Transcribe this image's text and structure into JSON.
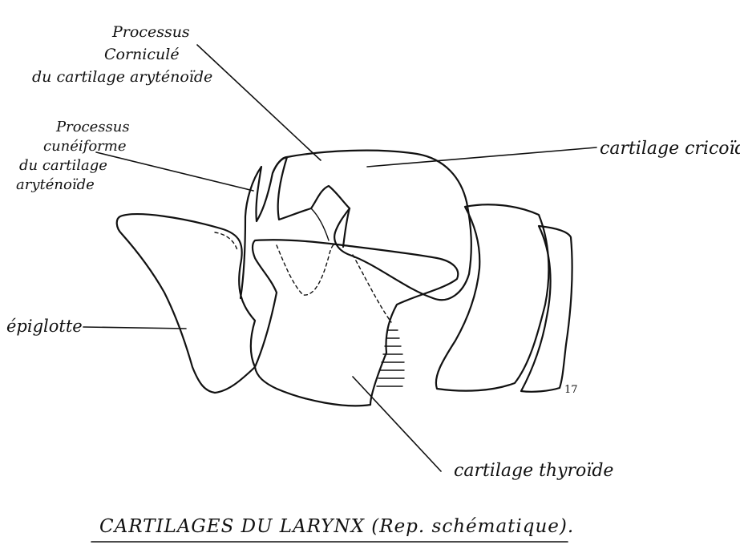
{
  "labels": {
    "corniculate": [
      "Processus",
      "Corniculé",
      "du cartilage aryténoïde"
    ],
    "cuneiform": [
      "Processus",
      "cunéiforme",
      "du cartilage",
      "aryténoïde"
    ],
    "cricoid": "cartilage cricoïde",
    "epiglottis": "épiglotte",
    "thyroid": "cartilage thyroïde",
    "number": "17"
  },
  "title": "CARTILAGES DU LARYNX (Rep. schématique).",
  "colors": {
    "ink": "#111111",
    "paper": "#ffffff"
  }
}
